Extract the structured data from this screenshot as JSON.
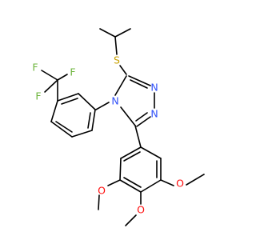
{
  "structure": {
    "colors": {
      "bond": "#000000",
      "carbon": "#000000",
      "nitrogen": "#3050F8",
      "sulfur": "#C8A000",
      "oxygen": "#FF0D0D",
      "fluorine": "#6DB43C"
    },
    "atoms": {
      "S": "S",
      "N4": "N",
      "N2": "N",
      "N1": "N",
      "F1": "F",
      "F2": "F",
      "F3": "F",
      "O1": "O",
      "O2": "O",
      "O3": "O"
    }
  }
}
